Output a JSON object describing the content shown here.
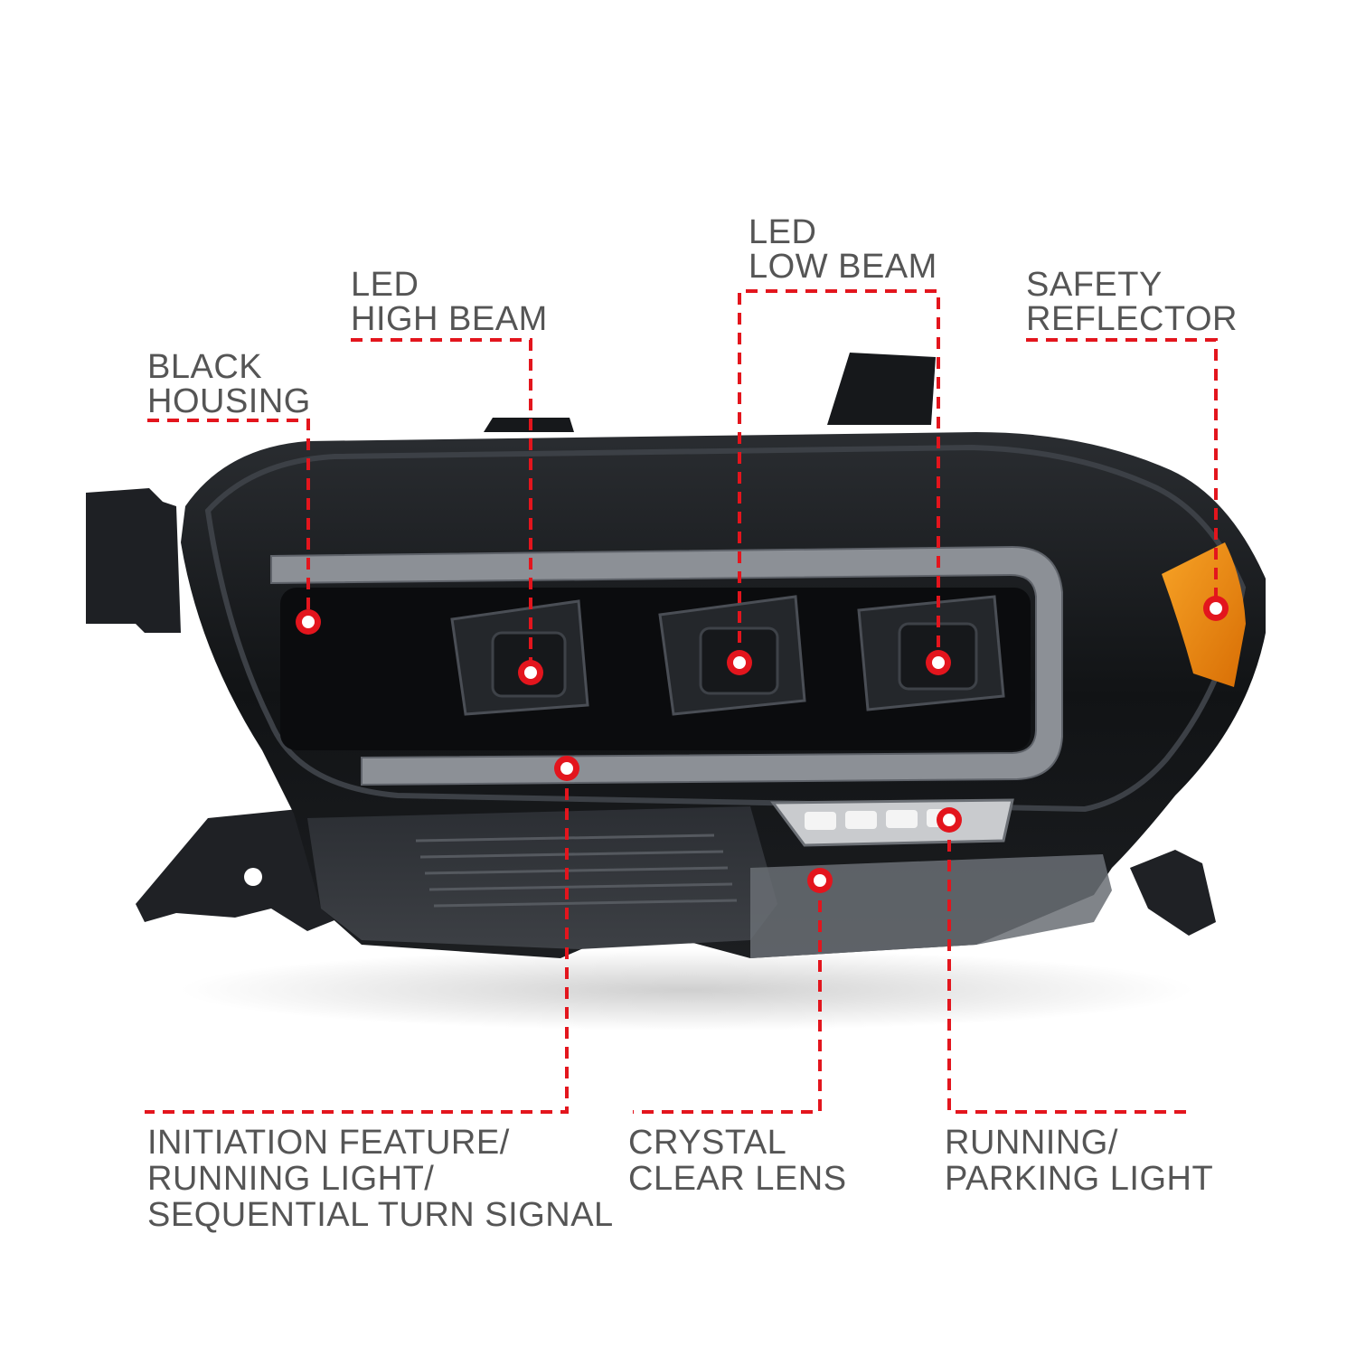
{
  "colors": {
    "leader": "#e3151d",
    "label_text": "#555555",
    "housing": "#15171a",
    "signal_amber": "#f28c10",
    "lightbar": "#8c9096"
  },
  "callouts": {
    "black_housing": {
      "line1": "BLACK",
      "line2": "HOUSING"
    },
    "led_high_beam": {
      "line1": "LED",
      "line2": "HIGH BEAM"
    },
    "led_low_beam": {
      "line1": "LED",
      "line2": "LOW BEAM"
    },
    "safety_reflector": {
      "line1": "SAFETY",
      "line2": "REFLECTOR"
    },
    "initiation_feature": {
      "line1": "INITIATION FEATURE/",
      "line2": "RUNNING LIGHT/",
      "line3": "SEQUENTIAL TURN SIGNAL"
    },
    "crystal_clear_lens": {
      "line1": "CRYSTAL",
      "line2": "CLEAR LENS"
    },
    "running_parking_light": {
      "line1": "RUNNING/",
      "line2": "PARKING LIGHT"
    }
  }
}
